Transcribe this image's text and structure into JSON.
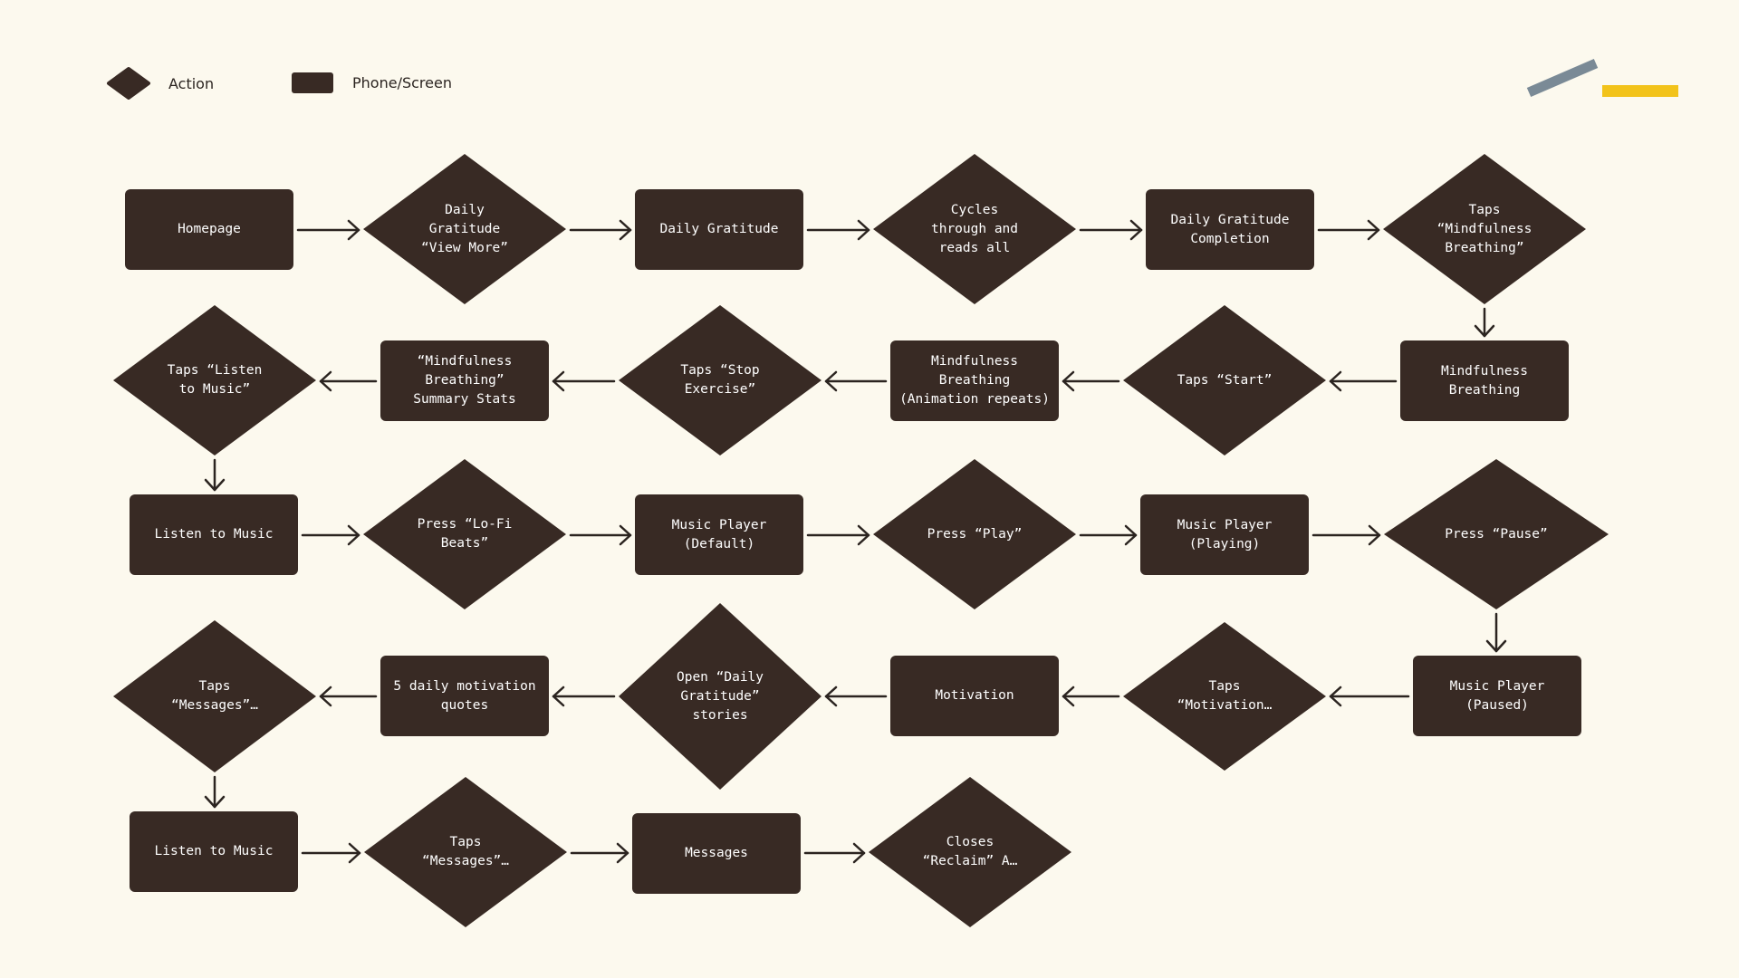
{
  "legend": {
    "action_label": "Action",
    "screen_label": "Phone/Screen"
  },
  "colors": {
    "background": "#fcf9ee",
    "node": "#382a24",
    "node_text": "#ffffff",
    "arrow": "#2b2420",
    "accent_slate": "#7a8a96",
    "accent_yellow": "#f2c31a"
  },
  "nodes": [
    {
      "id": "n1",
      "shape": "rect",
      "label": "Homepage"
    },
    {
      "id": "n2",
      "shape": "diamond",
      "label": "Daily\nGratitude\n“View More”"
    },
    {
      "id": "n3",
      "shape": "rect",
      "label": "Daily Gratitude"
    },
    {
      "id": "n4",
      "shape": "diamond",
      "label": "Cycles\nthrough and\nreads all"
    },
    {
      "id": "n5",
      "shape": "rect",
      "label": "Daily Gratitude\nCompletion"
    },
    {
      "id": "n6",
      "shape": "diamond",
      "label": "Taps\n“Mindfulness\nBreathing”"
    },
    {
      "id": "n7",
      "shape": "rect",
      "label": "Mindfulness Breathing"
    },
    {
      "id": "n8",
      "shape": "diamond",
      "label": "Taps “Start”"
    },
    {
      "id": "n9",
      "shape": "rect",
      "label": "Mindfulness Breathing\n(Animation repeats)"
    },
    {
      "id": "n10",
      "shape": "diamond",
      "label": "Taps “Stop\nExercise”"
    },
    {
      "id": "n11",
      "shape": "rect",
      "label": "“Mindfulness\nBreathing”\nSummary Stats"
    },
    {
      "id": "n12",
      "shape": "diamond",
      "label": "Taps “Listen\nto Music”"
    },
    {
      "id": "n13",
      "shape": "rect",
      "label": "Listen to Music"
    },
    {
      "id": "n14",
      "shape": "diamond",
      "label": "Press “Lo-Fi\nBeats”"
    },
    {
      "id": "n15",
      "shape": "rect",
      "label": "Music Player\n(Default)"
    },
    {
      "id": "n16",
      "shape": "diamond",
      "label": "Press “Play”"
    },
    {
      "id": "n17",
      "shape": "rect",
      "label": "Music Player\n(Playing)"
    },
    {
      "id": "n18",
      "shape": "diamond",
      "label": "Press “Pause”"
    },
    {
      "id": "n19",
      "shape": "rect",
      "label": "Music Player\n(Paused)"
    },
    {
      "id": "n20",
      "shape": "diamond",
      "label": "Taps\n“Motivation…"
    },
    {
      "id": "n21",
      "shape": "rect",
      "label": "Motivation"
    },
    {
      "id": "n22",
      "shape": "diamond",
      "label": "Open “Daily\nGratitude”\nstories"
    },
    {
      "id": "n23",
      "shape": "rect",
      "label": "5 daily motivation\nquotes"
    },
    {
      "id": "n24",
      "shape": "diamond",
      "label": "Taps\n“Messages”…"
    },
    {
      "id": "n25",
      "shape": "rect",
      "label": "Listen to Music"
    },
    {
      "id": "n26",
      "shape": "diamond",
      "label": "Taps\n“Messages”…"
    },
    {
      "id": "n27",
      "shape": "rect",
      "label": "Messages"
    },
    {
      "id": "n28",
      "shape": "diamond",
      "label": "Closes\n“Reclaim” A…"
    }
  ],
  "edges": [
    [
      "n1",
      "n2"
    ],
    [
      "n2",
      "n3"
    ],
    [
      "n3",
      "n4"
    ],
    [
      "n4",
      "n5"
    ],
    [
      "n5",
      "n6"
    ],
    [
      "n6",
      "n7"
    ],
    [
      "n7",
      "n8"
    ],
    [
      "n8",
      "n9"
    ],
    [
      "n9",
      "n10"
    ],
    [
      "n10",
      "n11"
    ],
    [
      "n11",
      "n12"
    ],
    [
      "n12",
      "n13"
    ],
    [
      "n13",
      "n14"
    ],
    [
      "n14",
      "n15"
    ],
    [
      "n15",
      "n16"
    ],
    [
      "n16",
      "n17"
    ],
    [
      "n17",
      "n18"
    ],
    [
      "n18",
      "n19"
    ],
    [
      "n19",
      "n20"
    ],
    [
      "n20",
      "n21"
    ],
    [
      "n21",
      "n22"
    ],
    [
      "n22",
      "n23"
    ],
    [
      "n23",
      "n24"
    ],
    [
      "n24",
      "n25"
    ],
    [
      "n25",
      "n26"
    ],
    [
      "n26",
      "n27"
    ],
    [
      "n27",
      "n28"
    ]
  ]
}
